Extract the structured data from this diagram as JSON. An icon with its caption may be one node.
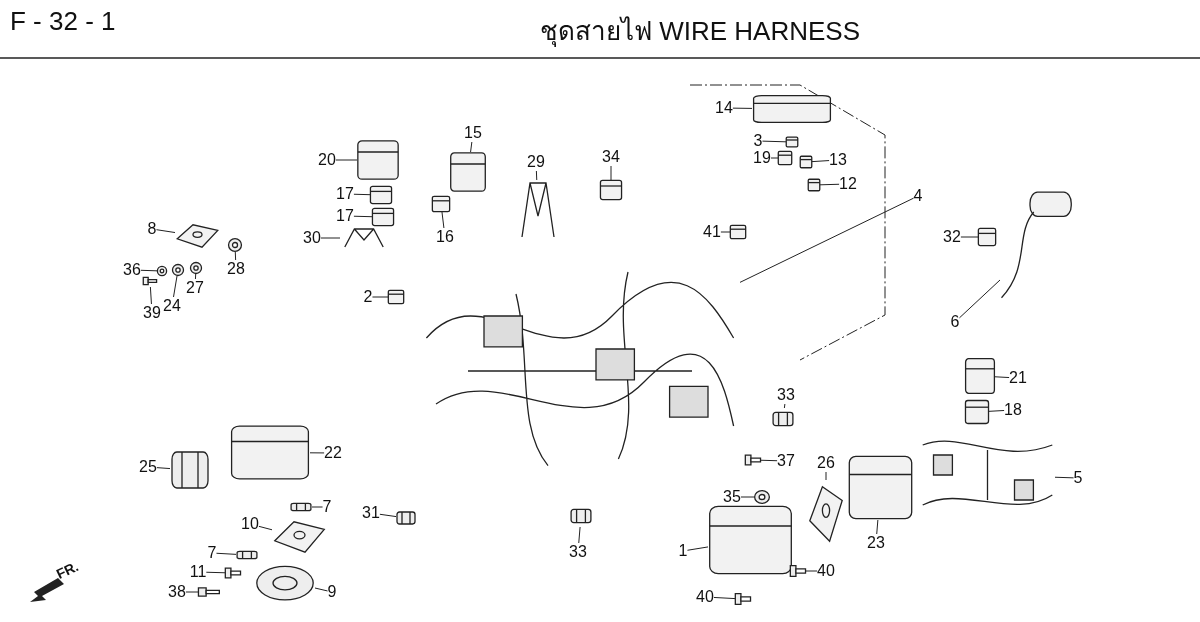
{
  "diagram": {
    "title": "ชุดสายไฟ WIRE HARNESS",
    "nodes": [
      {
        "text": [
          "1"
        ]
      },
      {
        "text": [],
        "shape": "picture"
      },
      {
        "text": [
          "2"
        ]
      },
      {
        "text": [],
        "shape": "picture"
      },
      {
        "text": [
          "3"
        ]
      },
      {
        "text": [],
        "shape": "picture"
      },
      {
        "text": [
          "4"
        ]
      },
      {
        "text": [],
        "shape": "picture"
      },
      {
        "text": [
          "5"
        ]
      },
      {
        "text": [],
        "shape": "picture"
      },
      {
        "text": [
          "6"
        ]
      },
      {
        "text": [],
        "shape": "picture"
      },
      {
        "text": [
          "7"
        ]
      },
      {
        "text": [],
        "shape": "picture"
      },
      {
        "text": [
          "7"
        ]
      },
      {
        "text": [],
        "shape": "picture"
      },
      {
        "text": [
          "8"
        ]
      },
      {
        "text": [],
        "shape": "picture"
      },
      {
        "text": [
          "9"
        ]
      },
      {
        "text": [],
        "shape": "picture"
      },
      {
        "text": [
          "10"
        ]
      },
      {
        "text": [],
        "shape": "picture"
      },
      {
        "text": [
          "11"
        ]
      },
      {
        "text": [],
        "shape": "picture"
      },
      {
        "text": [
          "12"
        ]
      },
      {
        "text": [],
        "shape": "picture"
      },
      {
        "text": [
          "13"
        ]
      },
      {
        "text": [],
        "shape": "picture"
      },
      {
        "text": [
          "14"
        ]
      },
      {
        "text": [],
        "shape": "picture"
      },
      {
        "text": [
          "15"
        ]
      },
      {
        "text": [],
        "shape": "picture"
      },
      {
        "text": [
          "16"
        ]
      },
      {
        "text": [],
        "shape": "picture"
      },
      {
        "text": [
          "17"
        ]
      },
      {
        "text": [],
        "shape": "picture"
      },
      {
        "text": [
          "17"
        ]
      },
      {
        "text": [],
        "shape": "picture"
      },
      {
        "text": [
          "18"
        ]
      },
      {
        "text": [],
        "shape": "picture"
      },
      {
        "text": [
          "19"
        ]
      },
      {
        "text": [],
        "shape": "picture"
      },
      {
        "text": [
          "20"
        ]
      },
      {
        "text": [],
        "shape": "picture"
      },
      {
        "text": [
          "21"
        ]
      },
      {
        "text": [],
        "shape": "picture"
      },
      {
        "text": [
          "22"
        ]
      },
      {
        "text": [],
        "shape": "picture"
      },
      {
        "text": [
          "23"
        ]
      },
      {
        "text": [],
        "shape": "picture"
      },
      {
        "text": [
          "24"
        ]
      },
      {
        "text": [],
        "shape": "picture"
      },
      {
        "text": [
          "25"
        ]
      },
      {
        "text": [],
        "shape": "picture"
      },
      {
        "text": [
          "26"
        ]
      },
      {
        "text": [],
        "shape": "picture"
      },
      {
        "text": [
          "27"
        ]
      },
      {
        "text": [],
        "shape": "picture"
      },
      {
        "text": [
          "28"
        ]
      },
      {
        "text": [],
        "shape": "picture"
      },
      {
        "text": [
          "29"
        ]
      },
      {
        "text": [],
        "shape": "picture"
      },
      {
        "text": [
          "30"
        ]
      },
      {
        "text": [],
        "shape": "picture"
      },
      {
        "text": [
          "31"
        ]
      },
      {
        "text": [],
        "shape": "picture"
      },
      {
        "text": [
          "32"
        ]
      },
      {
        "text": [],
        "shape": "picture"
      },
      {
        "text": [
          "33"
        ]
      },
      {
        "text": [],
        "shape": "picture"
      },
      {
        "text": [
          "33"
        ]
      },
      {
        "text": [],
        "shape": "picture"
      },
      {
        "text": [
          "34"
        ]
      },
      {
        "text": [],
        "shape": "picture"
      },
      {
        "text": [
          "35"
        ]
      },
      {
        "text": [],
        "shape": "picture"
      },
      {
        "text": [
          "36"
        ]
      },
      {
        "text": [],
        "shape": "picture"
      },
      {
        "text": [
          "37"
        ]
      },
      {
        "text": [],
        "shape": "picture"
      },
      {
        "text": [
          "38"
        ]
      },
      {
        "text": [],
        "shape": "picture"
      },
      {
        "text": [
          "39"
        ]
      },
      {
        "text": [],
        "shape": "picture"
      },
      {
        "text": [
          "40"
        ]
      },
      {
        "text": [],
        "shape": "picture"
      },
      {
        "text": [
          "40"
        ]
      },
      {
        "text": [],
        "shape": "picture"
      },
      {
        "text": [
          "41"
        ]
      },
      {
        "text": [],
        "shape": "picture"
      }
    ],
    "edges": [
      {
        "from": 0,
        "to": 1,
        "arrow": "none"
      },
      {
        "from": 2,
        "to": 3,
        "arrow": "none"
      },
      {
        "from": 4,
        "to": 5,
        "arrow": "none"
      },
      {
        "from": 6,
        "to": 7,
        "arrow": "none"
      },
      {
        "from": 8,
        "to": 9,
        "arrow": "none"
      },
      {
        "from": 10,
        "to": 11,
        "arrow": "none"
      },
      {
        "from": 12,
        "to": 13,
        "arrow": "none"
      },
      {
        "from": 14,
        "to": 15,
        "arrow": "none"
      },
      {
        "from": 16,
        "to": 17,
        "arrow": "none"
      },
      {
        "from": 18,
        "to": 19,
        "arrow": "none"
      },
      {
        "from": 20,
        "to": 21,
        "arrow": "none"
      },
      {
        "from": 22,
        "to": 23,
        "arrow": "none"
      },
      {
        "from": 24,
        "to": 25,
        "arrow": "none"
      },
      {
        "from": 26,
        "to": 27,
        "arrow": "none"
      },
      {
        "from": 28,
        "to": 29,
        "arrow": "none"
      },
      {
        "from": 30,
        "to": 31,
        "arrow": "none"
      },
      {
        "from": 32,
        "to": 33,
        "arrow": "none"
      },
      {
        "from": 34,
        "to": 35,
        "arrow": "none"
      },
      {
        "from": 36,
        "to": 37,
        "arrow": "none"
      },
      {
        "from": 38,
        "to": 39,
        "arrow": "none"
      },
      {
        "from": 40,
        "to": 41,
        "arrow": "none"
      },
      {
        "from": 42,
        "to": 43,
        "arrow": "none"
      },
      {
        "from": 44,
        "to": 45,
        "arrow": "none"
      },
      {
        "from": 46,
        "to": 47,
        "arrow": "none"
      },
      {
        "from": 48,
        "to": 49,
        "arrow": "none"
      },
      {
        "from": 50,
        "to": 51,
        "arrow": "none"
      },
      {
        "from": 52,
        "to": 53,
        "arrow": "none"
      },
      {
        "from": 54,
        "to": 55,
        "arrow": "none"
      },
      {
        "from": 56,
        "to": 57,
        "arrow": "none"
      },
      {
        "from": 58,
        "to": 59,
        "arrow": "none"
      },
      {
        "from": 60,
        "to": 61,
        "arrow": "none"
      },
      {
        "from": 62,
        "to": 63,
        "arrow": "none"
      },
      {
        "from": 64,
        "to": 65,
        "arrow": "none"
      },
      {
        "from": 66,
        "to": 67,
        "arrow": "none"
      },
      {
        "from": 68,
        "to": 69,
        "arrow": "none"
      },
      {
        "from": 70,
        "to": 71,
        "arrow": "none"
      },
      {
        "from": 72,
        "to": 73,
        "arrow": "none"
      },
      {
        "from": 74,
        "to": 75,
        "arrow": "none"
      },
      {
        "from": 76,
        "to": 77,
        "arrow": "none"
      },
      {
        "from": 78,
        "to": 79,
        "arrow": "none"
      },
      {
        "from": 80,
        "to": 81,
        "arrow": "none"
      },
      {
        "from": 82,
        "to": 83,
        "arrow": "none"
      },
      {
        "from": 84,
        "to": 85,
        "arrow": "none"
      },
      {
        "from": 86,
        "to": 87,
        "arrow": "none"
      },
      {
        "from": 88,
        "to": 89,
        "arrow": "none"
      }
    ],
    "labels": [
      "F - 32 - 1",
      "FR."
    ]
  }
}
